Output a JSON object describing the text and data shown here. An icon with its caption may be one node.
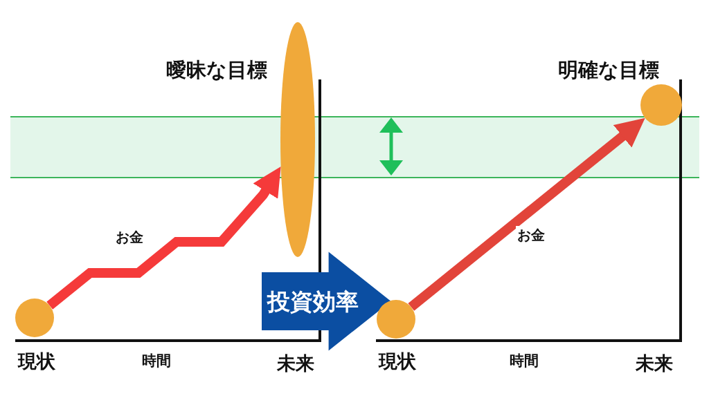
{
  "diagram": {
    "nodes": [
      {
        "text": [],
        "shape": "circle"
      },
      {
        "text": [
          "曖昧な目標"
        ]
      },
      {
        "text": [],
        "shape": "circle"
      },
      {
        "text": [
          "明確な目標"
        ]
      }
    ],
    "edges": [
      {
        "from": 0,
        "to": 1,
        "arrow": "to",
        "label": "お金"
      },
      {
        "from": 2,
        "to": 3,
        "arrow": "to",
        "label": "お金"
      },
      {
        "from": 1,
        "to": 2,
        "arrow": "to",
        "label": "投資効率",
        "style": "thick",
        "color": "#0b4ea2"
      }
    ],
    "labels": [
      "現状",
      "時間",
      "未来",
      "現状",
      "時間",
      "未来"
    ]
  }
}
